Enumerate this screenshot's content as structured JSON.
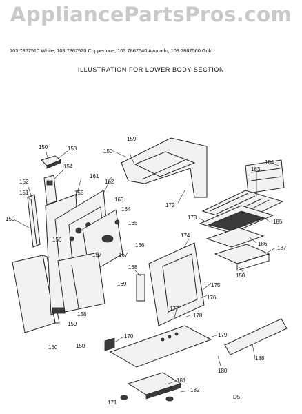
{
  "watermark": "AppliancePartsPros.com",
  "models": "103.7867510 White,  103.7867520 Coppertone,  103.7867540 Avocado,  103.7867560 Gold",
  "subtitle": "ILLUSTRATION FOR LOWER BODY SECTION",
  "page_code": "D5",
  "callouts": {
    "c150a": "150",
    "c153": "153",
    "c154": "154",
    "c152": "152",
    "c151": "151",
    "c150b": "150",
    "c155": "155",
    "c161": "161",
    "c162": "162",
    "c163": "163",
    "c164": "164",
    "c165": "165",
    "c156": "156",
    "c157": "157",
    "c167": "167",
    "c166": "166",
    "c169": "169",
    "c158": "158",
    "c159a": "159",
    "c150c": "150",
    "c160": "160",
    "c150d": "150",
    "c159b": "159",
    "c172": "172",
    "c184": "184",
    "c183": "183",
    "c173": "173",
    "c185": "185",
    "c186": "186",
    "c187": "187",
    "c150e": "150",
    "c174": "174",
    "c168": "168",
    "c175": "175",
    "c176": "176",
    "c177": "177",
    "c178": "178",
    "c170": "170",
    "c179": "179",
    "c188": "188",
    "c180": "180",
    "c181": "181",
    "c182": "182",
    "c171": "171"
  }
}
